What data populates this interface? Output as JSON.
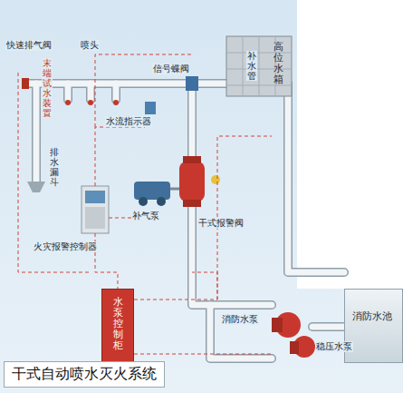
{
  "diagram": {
    "caption": "干式自动喷水灭火系统",
    "nodes": [
      {
        "text": [
          "高位水箱"
        ]
      },
      {
        "text": [
          "水泵控制柜"
        ]
      },
      {
        "text": [
          "消防水池"
        ]
      }
    ],
    "labels": [
      "快速排气阀",
      "喷头",
      "末端试水装置",
      "排水漏斗",
      "水流指示器",
      "信号蝶阀",
      "补水管",
      "补气泵",
      "干式报警阀",
      "火灾报警控制器",
      "消防水泵",
      "稳压水泵"
    ]
  }
}
